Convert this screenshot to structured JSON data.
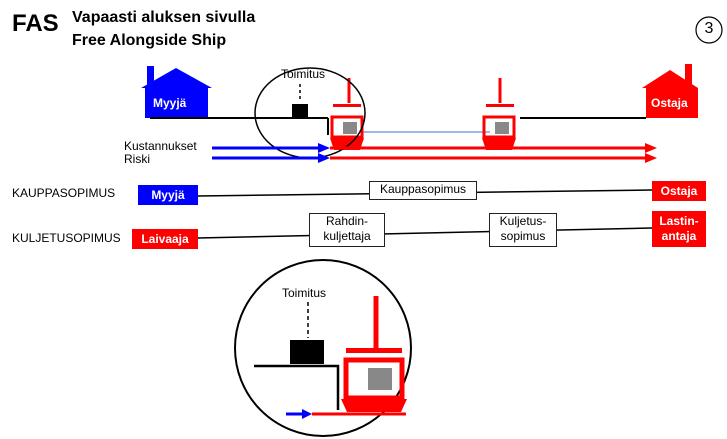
{
  "title": {
    "abbr": "FAS",
    "line1": "Vapaasti aluksen sivulla",
    "line2": "Free Alongside Ship"
  },
  "page_badge": "3",
  "top": {
    "seller_label": "Myyjä",
    "buyer_label": "Ostaja",
    "delivery_label": "Toimitus",
    "costs_label": "Kustannukset",
    "risk_label": "Riski"
  },
  "sales_contract": {
    "row_label": "KAUPPASOPIMUS",
    "seller_label": "Myyjä",
    "contract_label": "Kauppasopimus",
    "buyer_label": "Ostaja"
  },
  "transport_contract": {
    "row_label": "KULJETUSOPIMUS",
    "shipper_label": "Laivaaja",
    "carrier_label": "Rahdin-\nkuljettaja",
    "contract_label": "Kuljetus-\nsopimus",
    "consignor_label": "Lastin-\nantaja"
  },
  "detail": {
    "delivery_label": "Toimitus"
  },
  "colors": {
    "red": "#ff0000",
    "blue": "#0000ff",
    "black": "#000000",
    "light_blue": "#9fb8e8"
  }
}
